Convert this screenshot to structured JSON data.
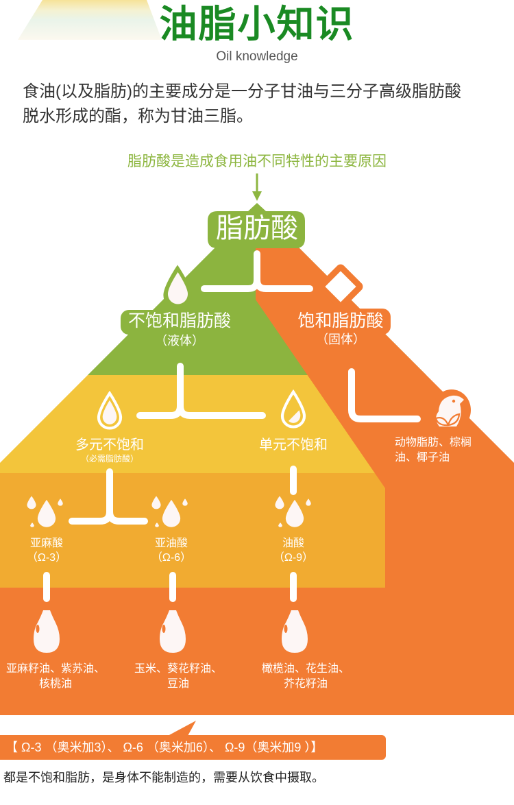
{
  "header": {
    "title": "油脂小知识",
    "subtitle": "Oil knowledge"
  },
  "intro": {
    "lines": [
      "食油(以及脂肪)的主要成分是一分子甘油与三分子高级脂肪酸",
      "脱水形成的酯，称为甘油三脂。"
    ]
  },
  "callout": {
    "text": "脂肪酸是造成食用油不同特性的主要原因",
    "icon": "arrow-down-icon"
  },
  "pyramid": {
    "root": {
      "label": "脂肪酸"
    },
    "unsaturated": {
      "label": "不饱和脂肪酸",
      "state": "（液体）",
      "icon": "drop-icon"
    },
    "saturated": {
      "label": "饱和脂肪酸",
      "state": "（固体）",
      "icon": "diamond-icon",
      "sources_icon": "bird-leaf-icon",
      "sources": [
        "动物脂肪、棕榈",
        "油、椰子油"
      ]
    },
    "polyunsaturated": {
      "label": "多元不饱和",
      "note": "（必需脂肪酸）",
      "icon": "full-drop-icon"
    },
    "monounsaturated": {
      "label": "单元不饱和",
      "icon": "half-drop-icon"
    },
    "acids": [
      {
        "name": "亚麻酸",
        "omega": "（Ω-3）",
        "icon": "drops-icon",
        "source_icon": "oil-bottle-icon",
        "sources": [
          "亚麻籽油、紫苏油、",
          "核桃油"
        ]
      },
      {
        "name": "亚油酸",
        "omega": "（Ω-6）",
        "icon": "drops-icon",
        "source_icon": "oil-bottle-icon",
        "sources": [
          "玉米、葵花籽油、",
          "豆油"
        ]
      },
      {
        "name": "油酸",
        "omega": "（Ω-9）",
        "icon": "drops-icon",
        "source_icon": "oil-bottle-icon",
        "sources": [
          "橄榄油、花生油、",
          "芥花籽油"
        ]
      }
    ]
  },
  "footer": {
    "bubble": "【 Ω-3 （奥米加3）、 Ω-6 （奥米加6）、 Ω-9（奥米加9 ）】",
    "note": "都是不饱和脂肪，是身体不能制造的，需要从饮食中摄取。"
  },
  "colors": {
    "title": "#1A8A23",
    "subtitle": "#555555",
    "body-text": "#333333",
    "callout": "#8DB640",
    "tier-green": "#8CB43F",
    "tier-yellow": "#F3C53B",
    "tier-amber": "#F1AB31",
    "tier-orange": "#F27C33"
  }
}
